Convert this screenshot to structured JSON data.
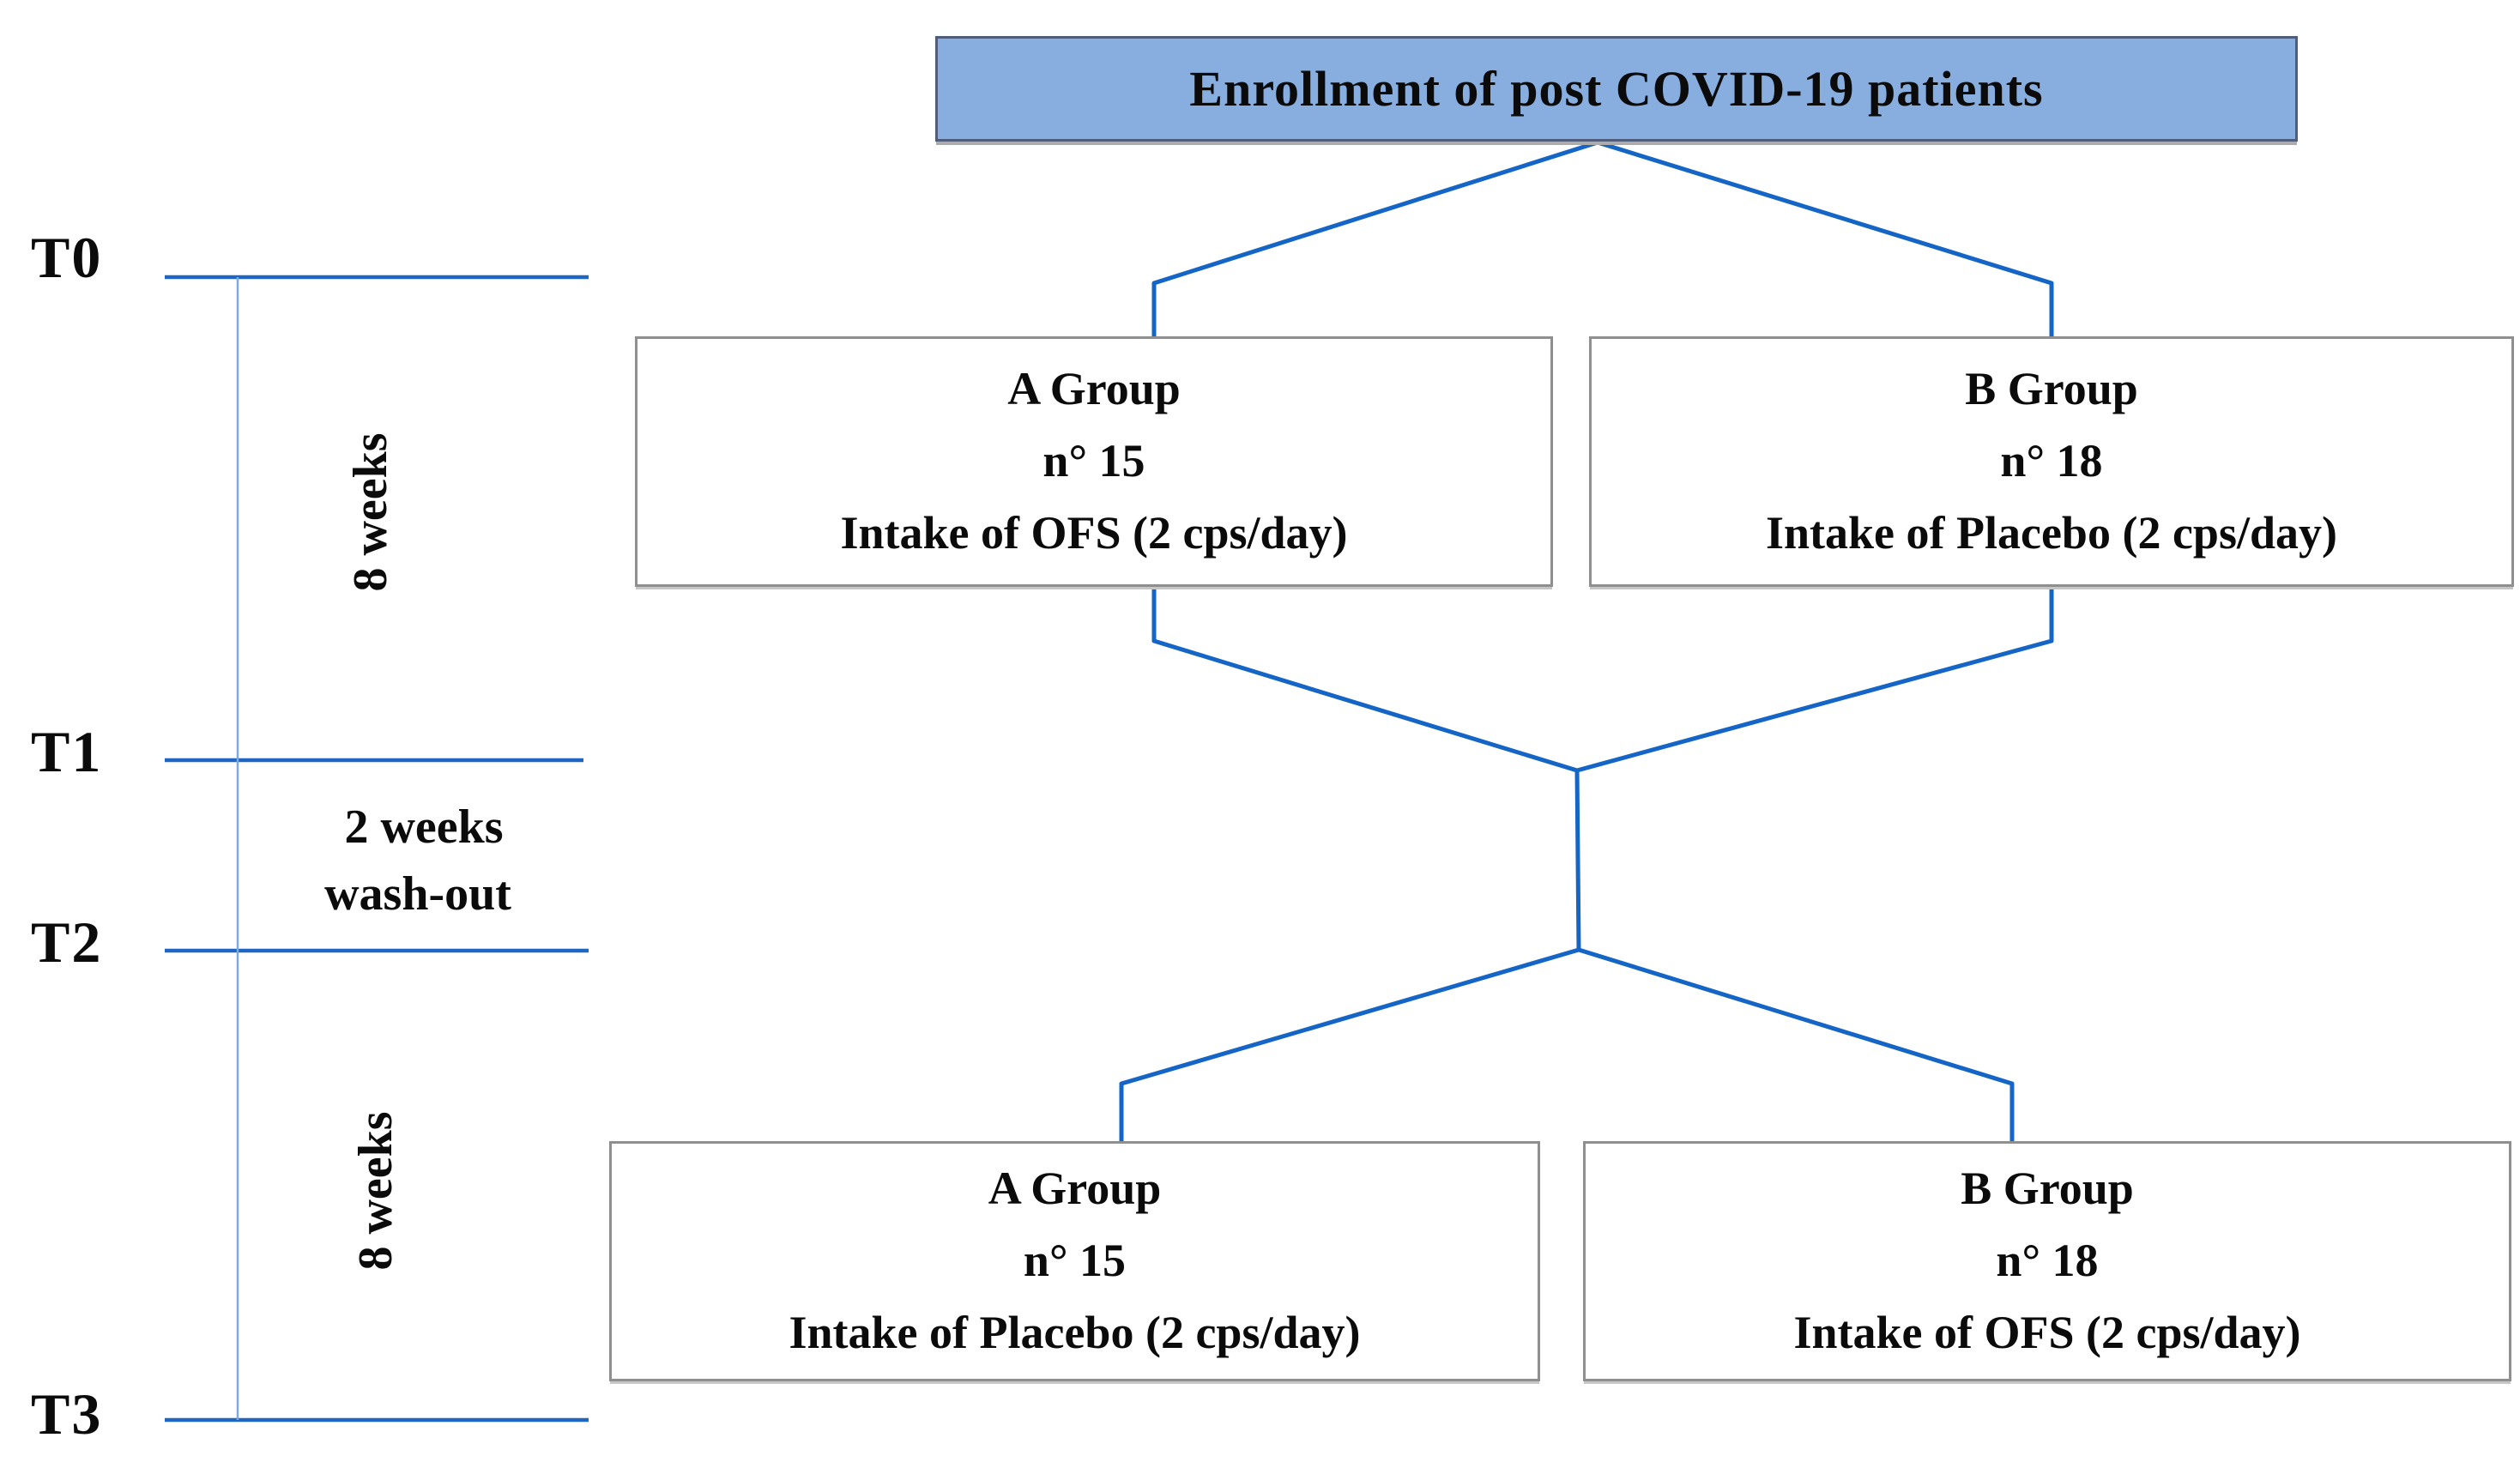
{
  "title": {
    "label": "Enrollment of post COVID-19 patients"
  },
  "timeline": {
    "markers": [
      "T0",
      "T1",
      "T2",
      "T3"
    ],
    "phase1_duration": "8 weeks",
    "washout_duration": "2 weeks",
    "washout_label": "wash-out",
    "phase2_duration": "8 weeks"
  },
  "phase1": {
    "group_a": {
      "title": "A Group",
      "count": "n° 15",
      "intake": "Intake of OFS (2 cps/day)"
    },
    "group_b": {
      "title": "B Group",
      "count": "n° 18",
      "intake": "Intake of Placebo (2 cps/day)"
    }
  },
  "phase2": {
    "group_a": {
      "title": "A Group",
      "count": "n° 15",
      "intake": "Intake of Placebo (2 cps/day)"
    },
    "group_b": {
      "title": "B Group",
      "count": "n° 18",
      "intake": "Intake of OFS (2 cps/day)"
    }
  },
  "colors": {
    "title_fill": "#87aedf",
    "title_border": "#4f5d7a",
    "connector_blue": "#1565c6",
    "timeline_blue": "#1e66c2",
    "timeline_thin_blue": "#7fa9de",
    "box_border_gray": "#8f8f8f",
    "text": "#0b0b0b"
  }
}
